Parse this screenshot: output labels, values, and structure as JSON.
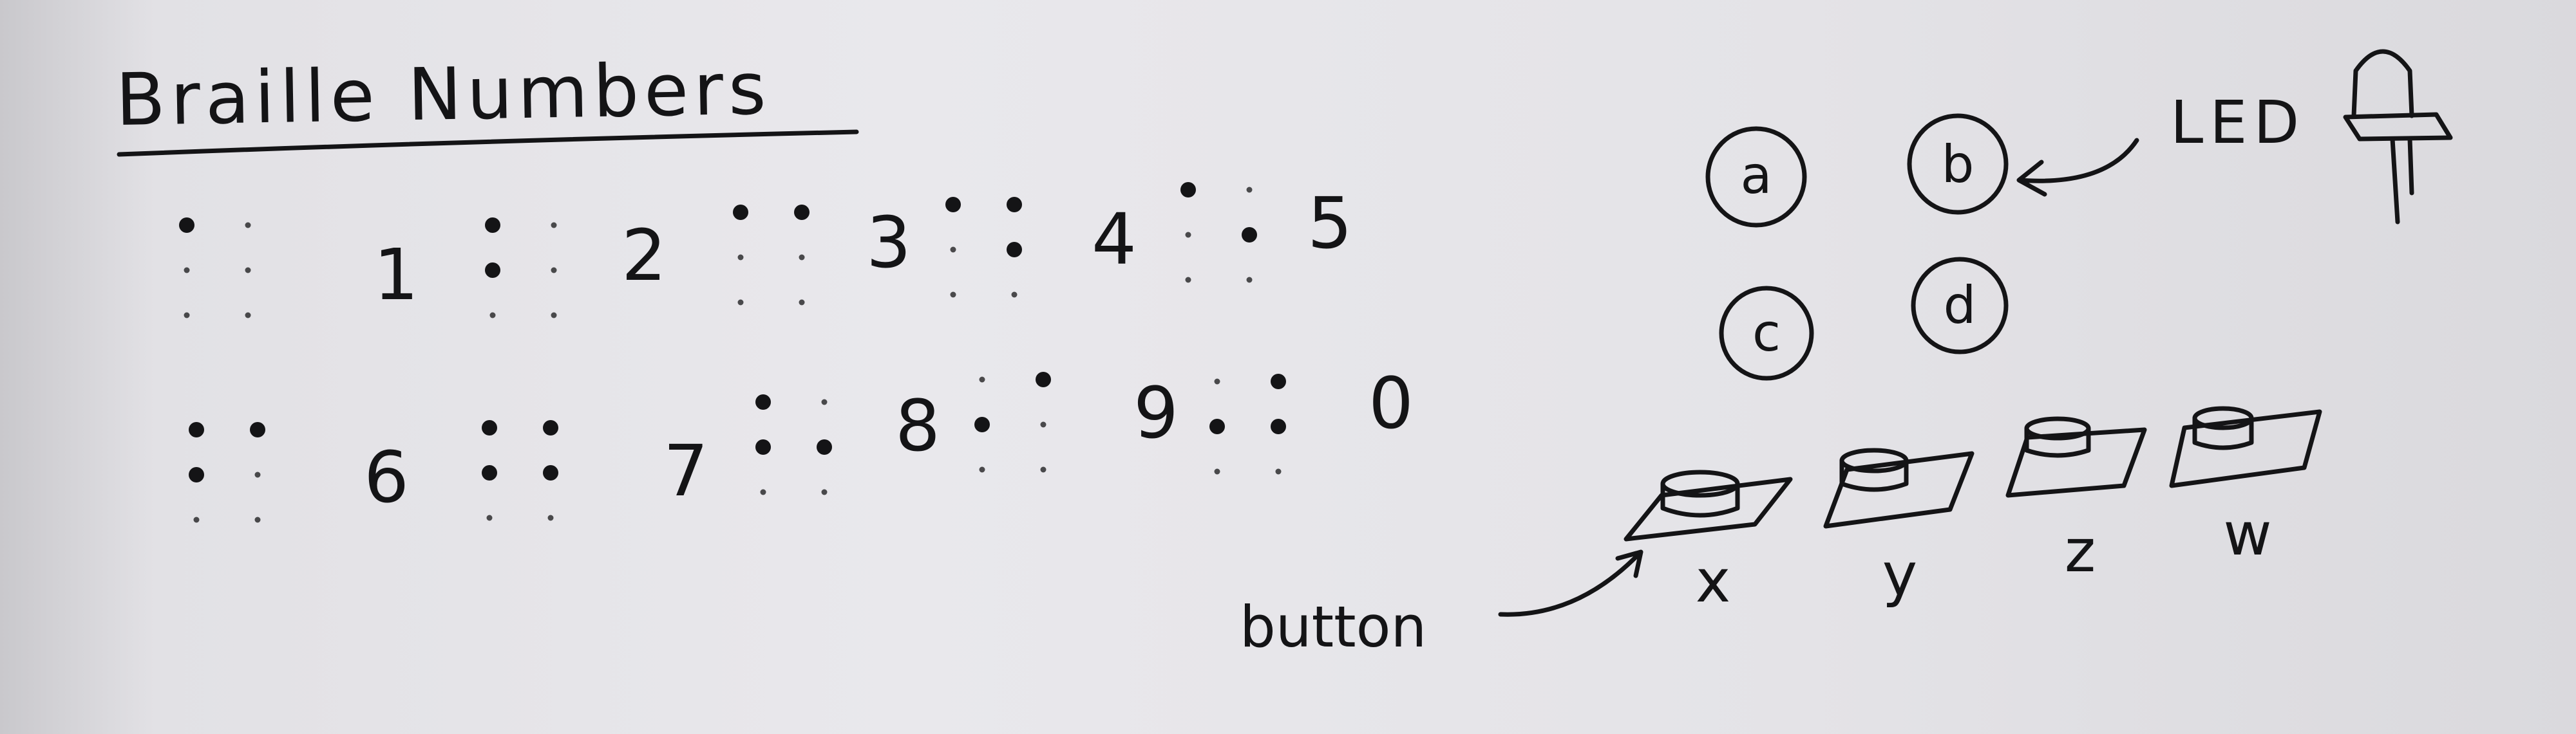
{
  "title": "Braille Numbers",
  "braille": [
    {
      "digit": "1",
      "dots": [
        1
      ]
    },
    {
      "digit": "2",
      "dots": [
        1,
        2
      ]
    },
    {
      "digit": "3",
      "dots": [
        1,
        4
      ]
    },
    {
      "digit": "4",
      "dots": [
        1,
        4,
        5
      ]
    },
    {
      "digit": "5",
      "dots": [
        1,
        5
      ]
    },
    {
      "digit": "6",
      "dots": [
        1,
        2,
        4
      ]
    },
    {
      "digit": "7",
      "dots": [
        1,
        2,
        4,
        5
      ]
    },
    {
      "digit": "8",
      "dots": [
        1,
        2,
        5
      ]
    },
    {
      "digit": "9",
      "dots": [
        2,
        4
      ]
    },
    {
      "digit": "0",
      "dots": [
        2,
        4,
        5
      ]
    }
  ],
  "leds": [
    "a",
    "b",
    "c",
    "d"
  ],
  "led_label": "LED",
  "buttons": [
    "x",
    "y",
    "z",
    "w"
  ],
  "button_label": "button",
  "colors": {
    "ink": "#141416",
    "paper": "#e6e5e9"
  }
}
